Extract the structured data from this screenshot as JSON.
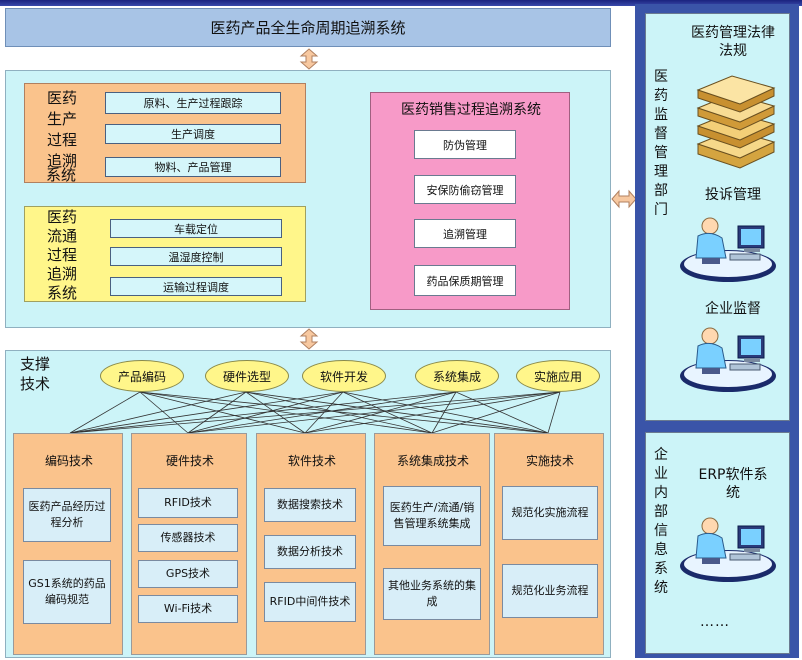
{
  "title": "医药产品全生命周期追溯系统",
  "production": {
    "label_lines": [
      "医药",
      "生产",
      "过程",
      "追溯",
      "系统"
    ],
    "items": [
      "原料、生产过程跟踪",
      "生产调度",
      "物料、产品管理"
    ]
  },
  "circulation": {
    "label_lines": [
      "医药",
      "流通",
      "过程",
      "追溯",
      "系统"
    ],
    "items": [
      "车载定位",
      "温湿度控制",
      "运输过程调度"
    ]
  },
  "sales": {
    "title": "医药销售过程追溯系统",
    "items": [
      "防伪管理",
      "安保防偷窃管理",
      "追溯管理",
      "药品保质期管理"
    ]
  },
  "support": {
    "label_lines": [
      "支撑",
      "技术"
    ],
    "ellipses": [
      "产品编码",
      "硬件选型",
      "软件开发",
      "系统集成",
      "实施应用"
    ],
    "columns": [
      {
        "title": "编码技术",
        "items": [
          "医药产品经历过程分析",
          "GS1系统的药品编码规范"
        ]
      },
      {
        "title": "硬件技术",
        "items": [
          "RFID技术",
          "传感器技术",
          "GPS技术",
          "Wi-Fi技术"
        ]
      },
      {
        "title": "软件技术",
        "items": [
          "数据搜索技术",
          "数据分析技术",
          "RFID中间件技术"
        ]
      },
      {
        "title": "系统集成技术",
        "items": [
          "医药生产/流通/销售管理系统集成",
          "其他业务系统的集成"
        ]
      },
      {
        "title": "实施技术",
        "items": [
          "规范化实施流程",
          "规范化业务流程"
        ]
      }
    ]
  },
  "regulator": {
    "side_label_lines": [
      "医",
      "药",
      "监",
      "督",
      "管",
      "理",
      "部",
      "门"
    ],
    "law_title_lines": [
      "医药管理法律",
      "法规"
    ],
    "complaint": "投诉管理",
    "enterprise_supervision": "企业监督"
  },
  "enterprise": {
    "side_label_lines": [
      "企",
      "业",
      "内",
      "部",
      "信",
      "息",
      "系",
      "统"
    ],
    "erp_lines": [
      "ERP软件系",
      "统"
    ],
    "more": "……"
  },
  "colors": {
    "title_bar": "#a8c4e6",
    "panel": "#ccf4f8",
    "orange": "#fac38c",
    "yellow": "#fff68a",
    "pink": "#f79ac8",
    "right_panel": "#3a54a8"
  },
  "icons": [
    "book-stack-icon",
    "computer-user-icon",
    "double-arrow-icon"
  ]
}
